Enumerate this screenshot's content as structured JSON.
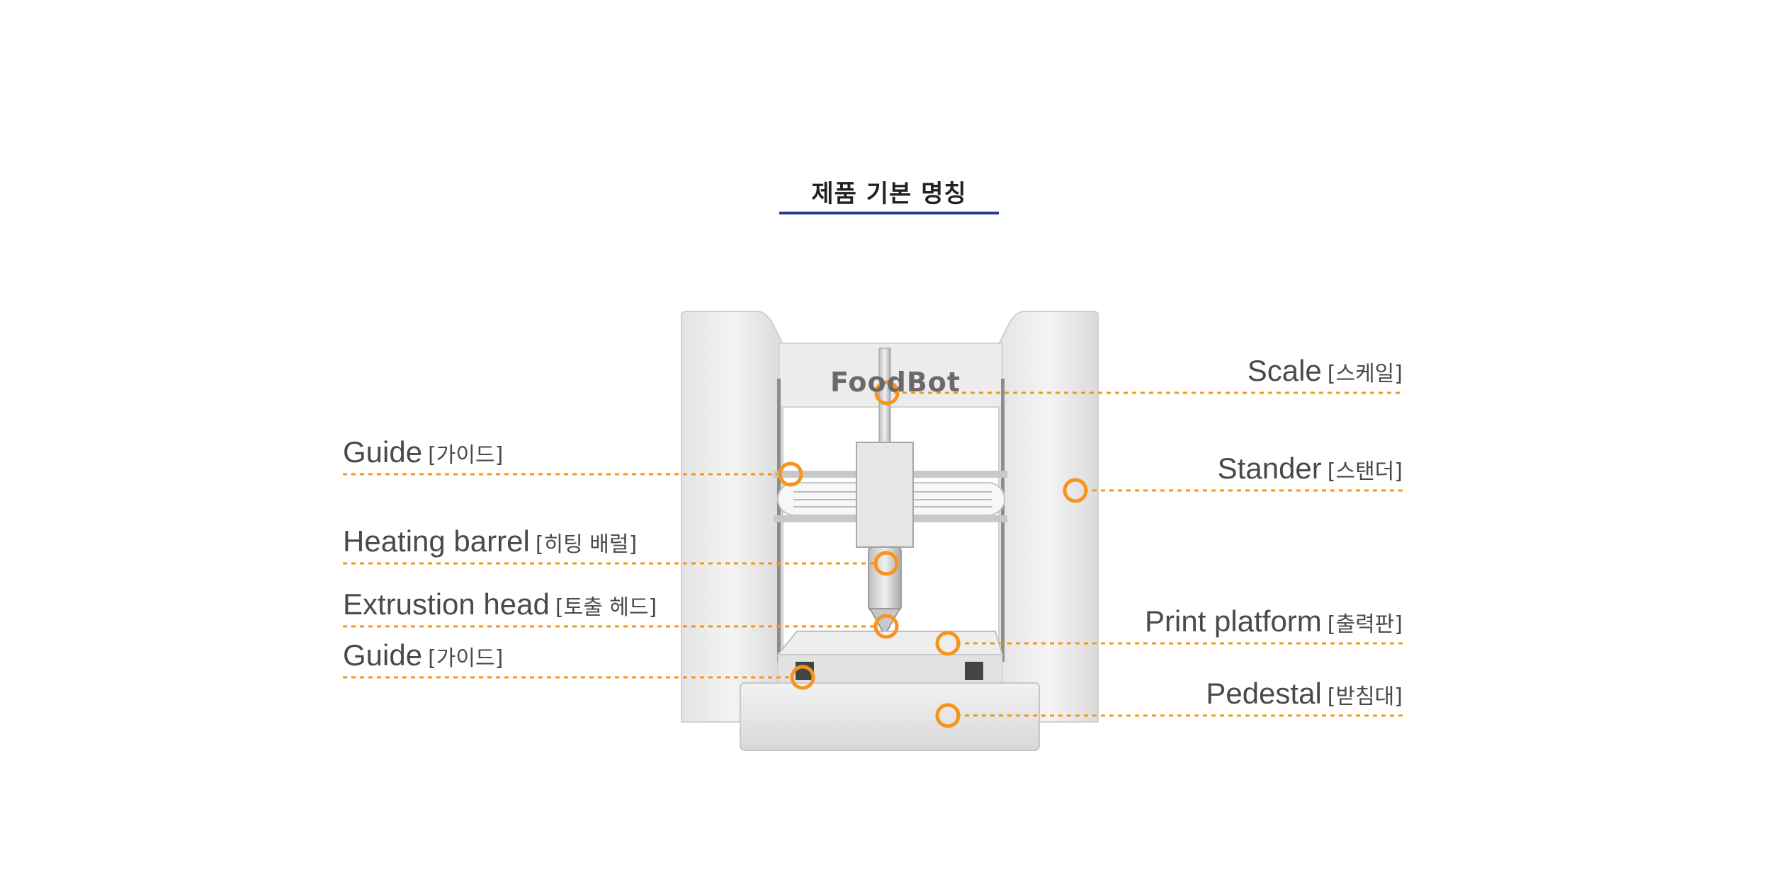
{
  "title": "제품 기본 명칭",
  "brand": "FoodBot",
  "colors": {
    "accent": "#f7941d",
    "underline": "#2a3a8f",
    "text": "#4a4a4a"
  },
  "parts": [
    {
      "id": "scale",
      "en": "Scale",
      "ko": "[스케일]"
    },
    {
      "id": "stander",
      "en": "Stander",
      "ko": "[스탠더]"
    },
    {
      "id": "print-platform",
      "en": "Print platform",
      "ko": "[출력판]"
    },
    {
      "id": "pedestal",
      "en": "Pedestal",
      "ko": "[받침대]"
    },
    {
      "id": "guide-top",
      "en": "Guide",
      "ko": "[가이드]"
    },
    {
      "id": "heating-barrel",
      "en": "Heating barrel",
      "ko": "[히팅 배럴]"
    },
    {
      "id": "extrusion-head",
      "en": "Extrustion head",
      "ko": "[토출 헤드]"
    },
    {
      "id": "guide-bottom",
      "en": "Guide",
      "ko": "[가이드]"
    }
  ]
}
